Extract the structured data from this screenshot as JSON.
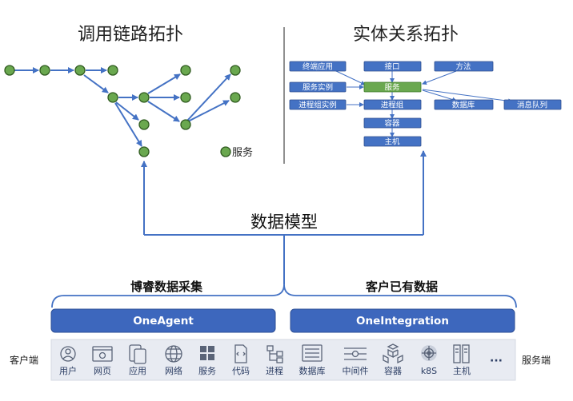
{
  "titles": {
    "call_chain": "调用链路拓扑",
    "entity": "实体关系拓扑"
  },
  "legend": {
    "service": "服务"
  },
  "entity_nodes": {
    "terminal_app": "终端应用",
    "interface": "接口",
    "method": "方法",
    "service_instance": "服务实例",
    "service": "服务",
    "process_group_instance": "进程组实例",
    "process_group": "进程组",
    "database": "数据库",
    "message_queue": "消息队列",
    "container": "容器",
    "host": "主机"
  },
  "data_model": "数据模型",
  "collection": {
    "left": "博睿数据采集",
    "right": "客户已有数据"
  },
  "bars": {
    "left": "OneAgent",
    "right": "OneIntegration"
  },
  "sides": {
    "client": "客户端",
    "server": "服务端"
  },
  "toolbar": [
    {
      "label": "用户",
      "icon": "user-icon"
    },
    {
      "label": "网页",
      "icon": "webpage-icon"
    },
    {
      "label": "应用",
      "icon": "app-icon"
    },
    {
      "label": "网络",
      "icon": "network-icon"
    },
    {
      "label": "服务",
      "icon": "service-icon"
    },
    {
      "label": "代码",
      "icon": "code-icon"
    },
    {
      "label": "进程",
      "icon": "process-icon"
    },
    {
      "label": "数据库",
      "icon": "database-icon"
    },
    {
      "label": "中间件",
      "icon": "middleware-icon"
    },
    {
      "label": "容器",
      "icon": "container-icon"
    },
    {
      "label": "k8S",
      "icon": "k8s-icon"
    },
    {
      "label": "主机",
      "icon": "host-icon"
    },
    {
      "label": "···",
      "icon": "more-icon"
    }
  ],
  "colors": {
    "node_green": "#6aa84f",
    "box_blue": "#4472c4",
    "bar_blue": "#3d67bd",
    "line_blue": "#4472c4",
    "toolbar_bg": "#e8ebf2"
  }
}
